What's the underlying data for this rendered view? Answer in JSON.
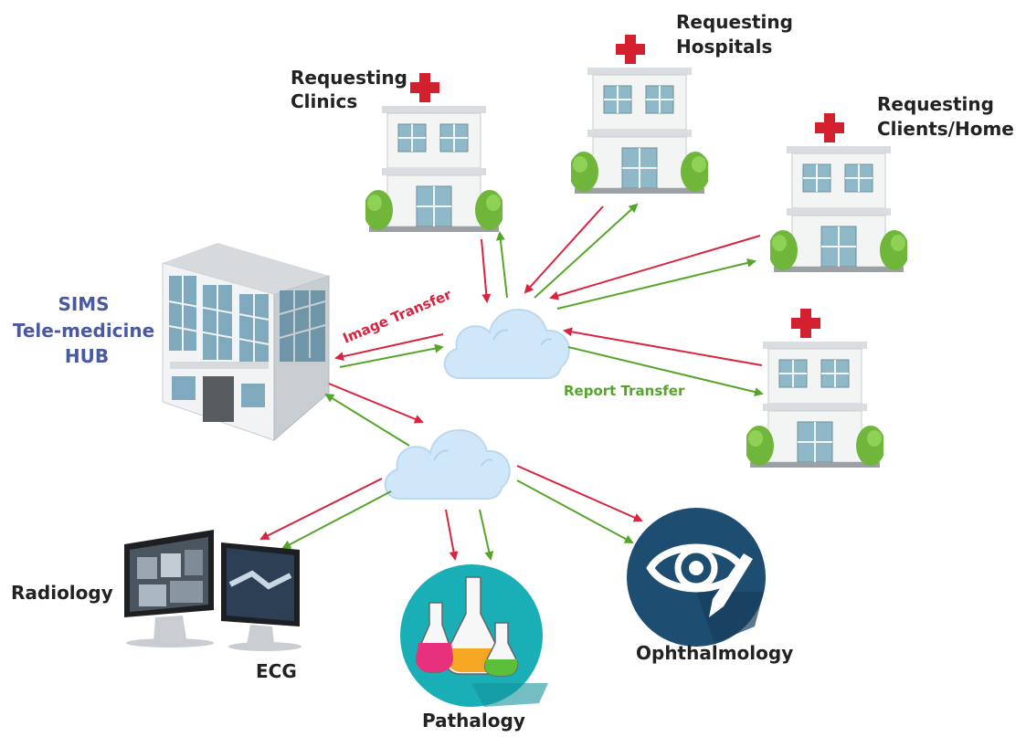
{
  "hub": {
    "line1": "SIMS",
    "line2": "Tele-medicine",
    "line3": "HUB"
  },
  "requesters": {
    "clinics": [
      "Requesting",
      "Clinics"
    ],
    "hospitals": [
      "Requesting",
      "Hospitals"
    ],
    "clients": [
      "Requesting",
      "Clients/Home"
    ]
  },
  "flows": {
    "image": "Image Transfer",
    "report": "Report Transfer"
  },
  "departments": {
    "radiology": "Radiology",
    "ecg": "ECG",
    "pathology": "Pathalogy",
    "ophthalmology": "Ophthalmology"
  },
  "colors": {
    "image_flow": "#d9233f",
    "report_flow": "#55a52b",
    "hub_text": "#4a5aa0",
    "cross": "#d2202f",
    "cloud": "#cfe7f8",
    "pathology_bg": "#1aaeb7",
    "ophthalmology_bg": "#1e4d72"
  }
}
